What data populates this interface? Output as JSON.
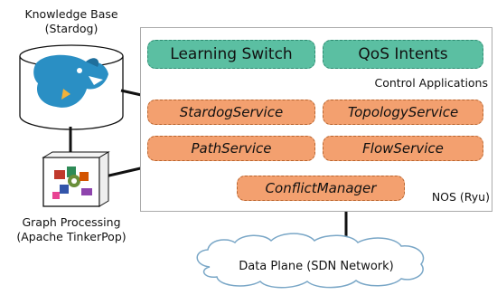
{
  "knowledge_base": {
    "line1": "Knowledge Base",
    "line2": "(Stardog)"
  },
  "graph_processing": {
    "line1": "Graph Processing",
    "line2": "(Apache TinkerPop)"
  },
  "applications": {
    "learning_switch": "Learning Switch",
    "qos_intents": "QoS Intents",
    "layer_label": "Control Applications"
  },
  "services": {
    "stardog": "StardogService",
    "topology": "TopologyService",
    "path": "PathService",
    "flow": "FlowService",
    "conflict": "ConflictManager"
  },
  "nos_label": "NOS (Ryu)",
  "data_plane": "Data Plane (SDN Network)",
  "colors": {
    "app_fill": "#5bbfa2",
    "service_fill": "#f3a06f"
  }
}
